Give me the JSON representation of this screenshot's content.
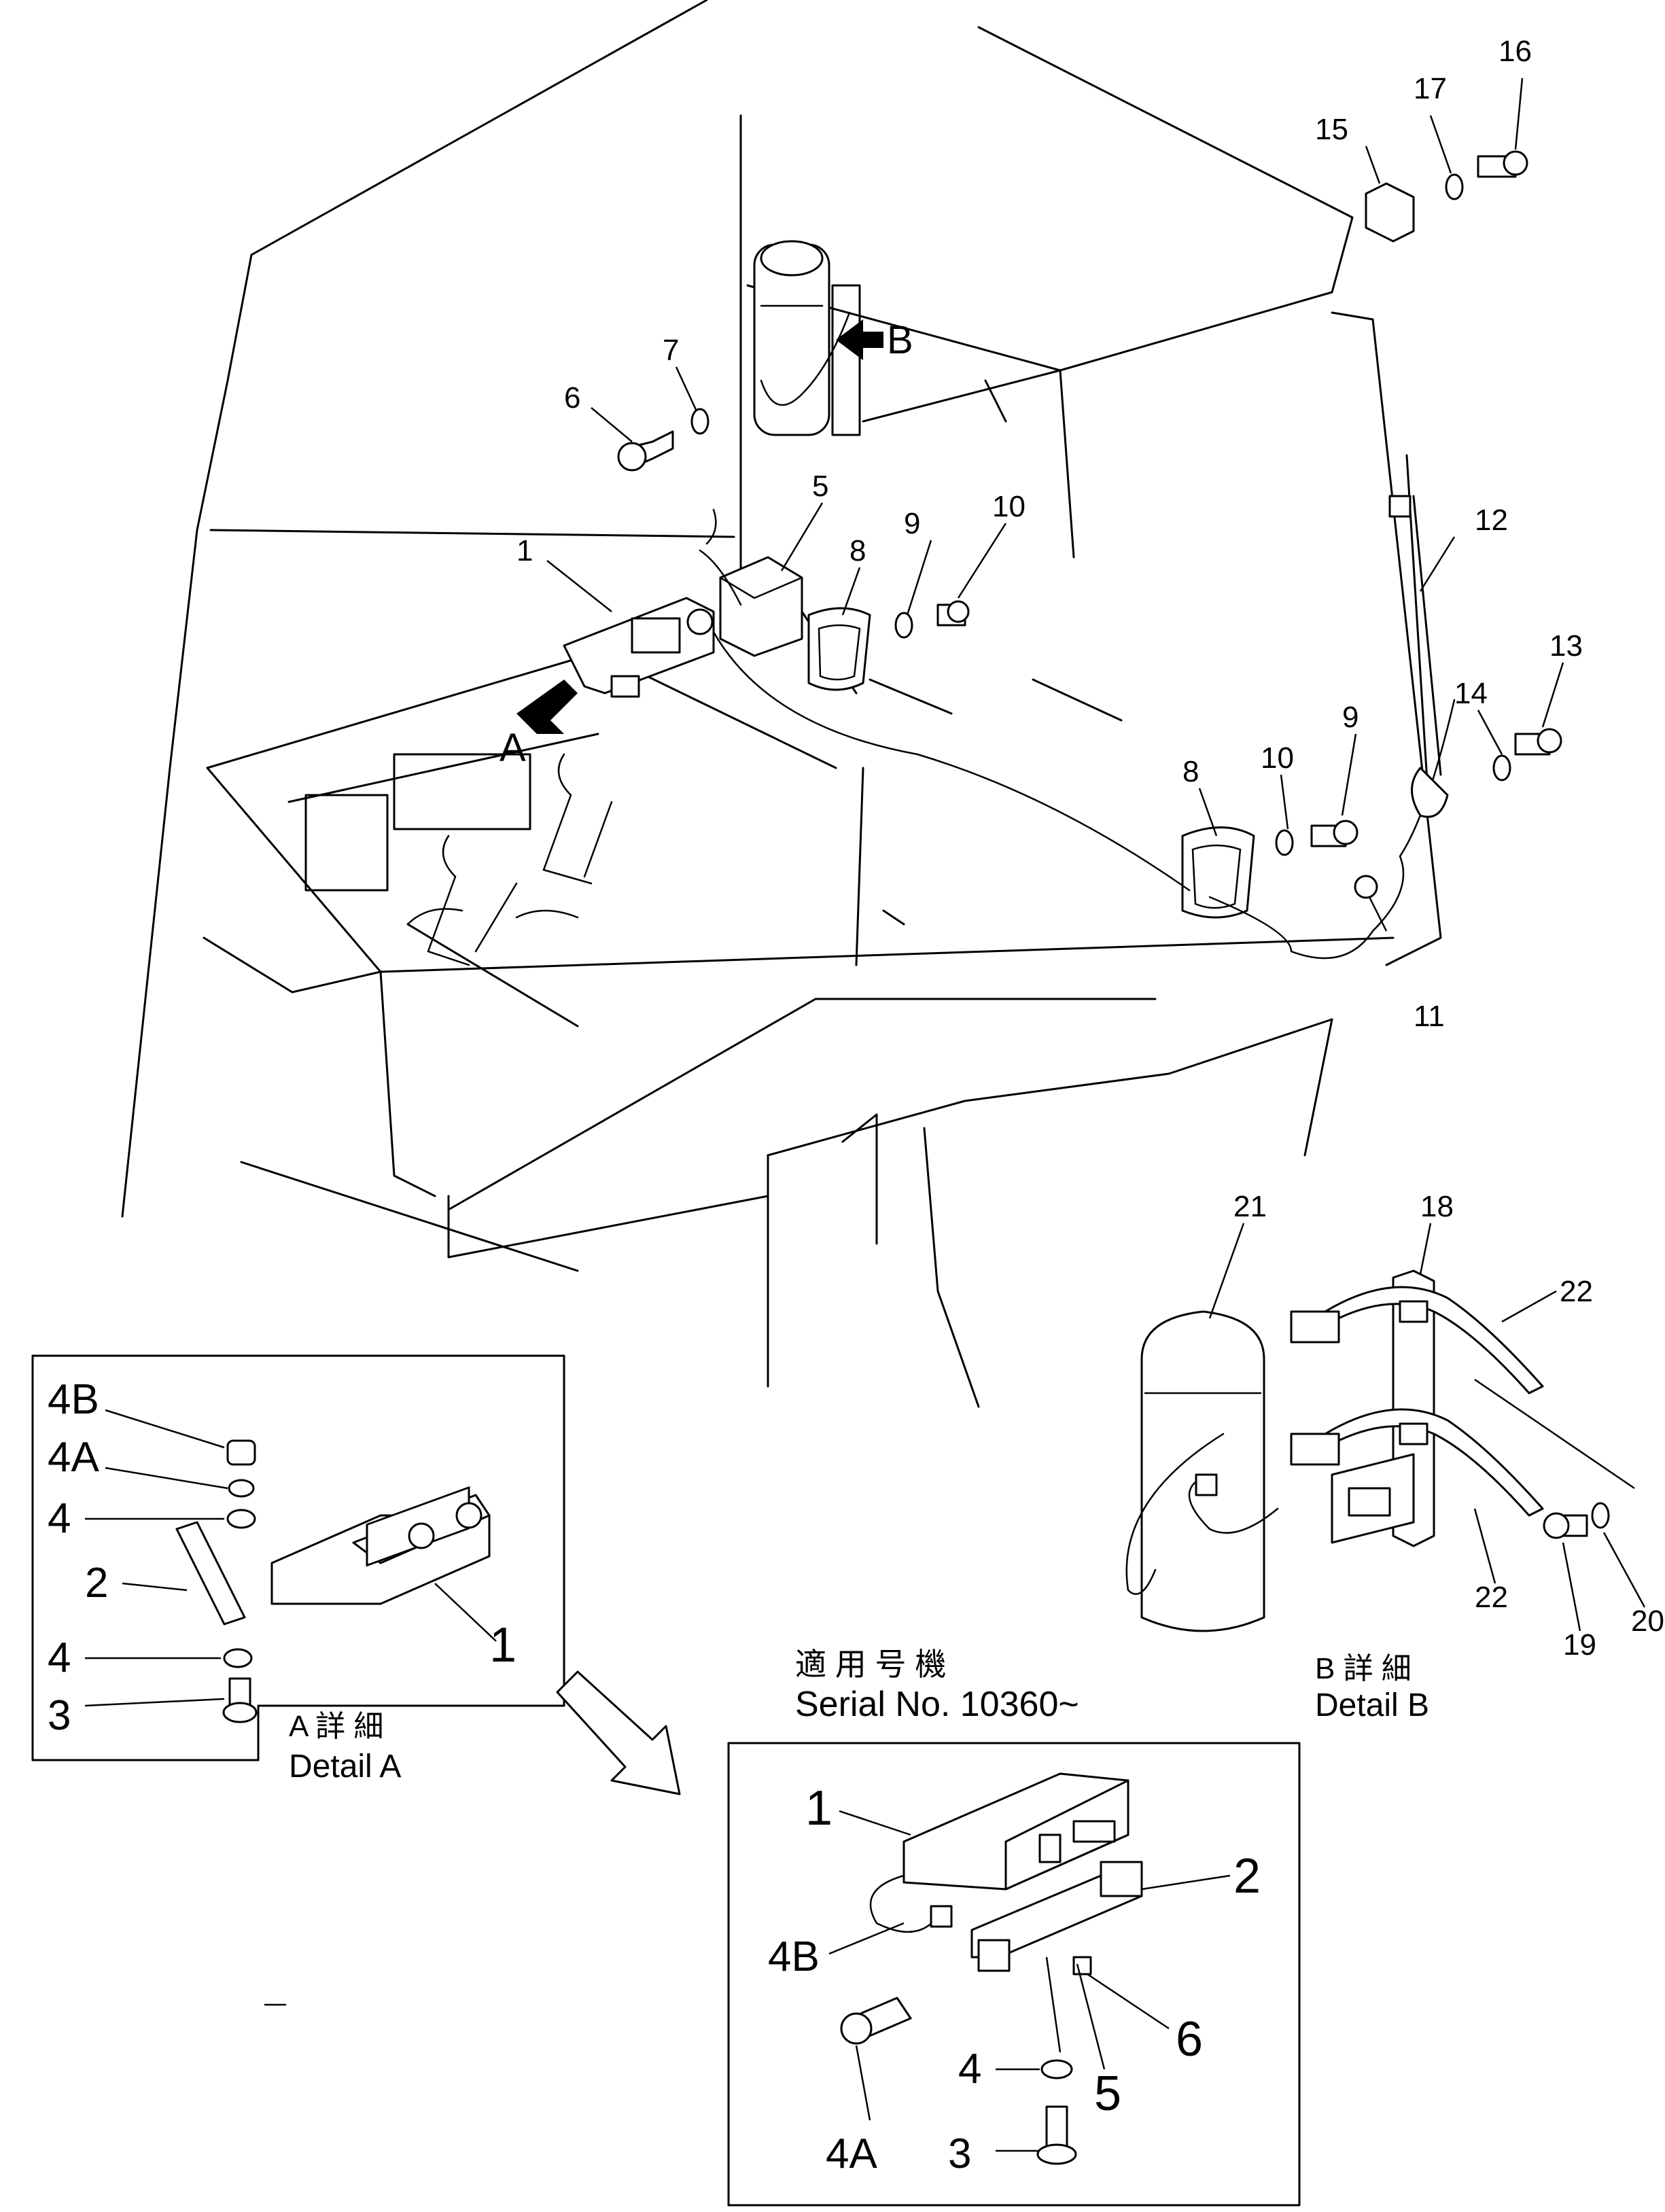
{
  "main_callouts": [
    "1",
    "5",
    "6",
    "7",
    "8",
    "9",
    "10",
    "8",
    "10",
    "9",
    "11",
    "12",
    "13",
    "14",
    "15",
    "16",
    "17",
    "21",
    "18",
    "22",
    "22",
    "19",
    "20"
  ],
  "view_labels": {
    "a": "A",
    "b": "B"
  },
  "detail_a": {
    "callouts": [
      "4B",
      "4A",
      "4",
      "2",
      "4",
      "3",
      "1"
    ],
    "caption_jp": "A 詳 細",
    "caption_en": "Detail A"
  },
  "detail_b": {
    "caption_jp": "B 詳 細",
    "caption_en": "Detail B"
  },
  "serial": {
    "applicability_jp": "適 用 号 機",
    "serial_text": "Serial No. 10360~"
  },
  "detail_serial": {
    "callouts": [
      "1",
      "2",
      "4B",
      "6",
      "4",
      "5",
      "4A",
      "3"
    ]
  }
}
